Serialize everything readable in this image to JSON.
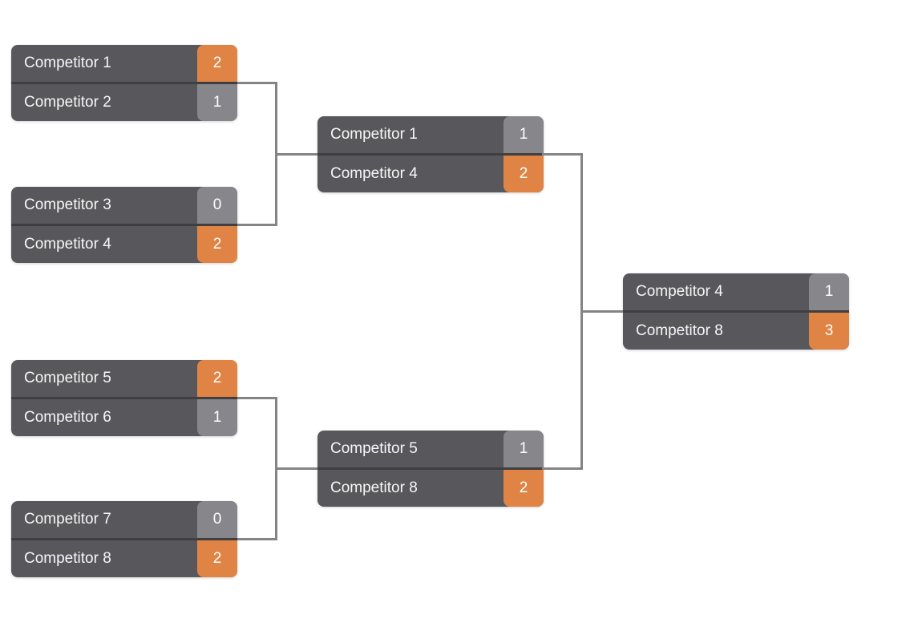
{
  "colors": {
    "row_background": "#58585c",
    "divider": "#3f3f42",
    "winner_badge": "#e08445",
    "loser_badge": "#86868b",
    "connector_line": "#848484",
    "text": "#f7f7f7",
    "page_background": "#ffffff"
  },
  "bracket": {
    "rounds": [
      {
        "matches": [
          {
            "slots": [
              {
                "name": "Competitor 1",
                "score": "2",
                "winner": true
              },
              {
                "name": "Competitor 2",
                "score": "1",
                "winner": false
              }
            ]
          },
          {
            "slots": [
              {
                "name": "Competitor 3",
                "score": "0",
                "winner": false
              },
              {
                "name": "Competitor 4",
                "score": "2",
                "winner": true
              }
            ]
          },
          {
            "slots": [
              {
                "name": "Competitor 5",
                "score": "2",
                "winner": true
              },
              {
                "name": "Competitor 6",
                "score": "1",
                "winner": false
              }
            ]
          },
          {
            "slots": [
              {
                "name": "Competitor 7",
                "score": "0",
                "winner": false
              },
              {
                "name": "Competitor 8",
                "score": "2",
                "winner": true
              }
            ]
          }
        ]
      },
      {
        "matches": [
          {
            "slots": [
              {
                "name": "Competitor 1",
                "score": "1",
                "winner": false
              },
              {
                "name": "Competitor 4",
                "score": "2",
                "winner": true
              }
            ]
          },
          {
            "slots": [
              {
                "name": "Competitor 5",
                "score": "1",
                "winner": false
              },
              {
                "name": "Competitor 8",
                "score": "2",
                "winner": true
              }
            ]
          }
        ]
      },
      {
        "matches": [
          {
            "slots": [
              {
                "name": "Competitor 4",
                "score": "1",
                "winner": false
              },
              {
                "name": "Competitor 8",
                "score": "3",
                "winner": true
              }
            ]
          }
        ]
      }
    ]
  }
}
